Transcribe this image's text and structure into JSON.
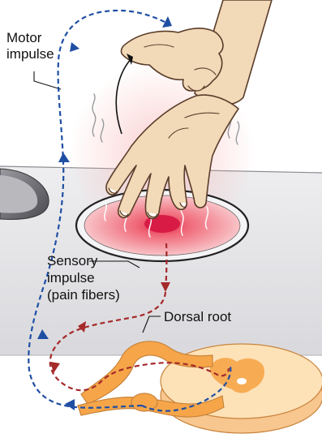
{
  "labels": {
    "motor_line1": "Motor",
    "motor_line2": "impulse",
    "sensory_line1": "Sensory",
    "sensory_line2": "impulse",
    "sensory_line3": "(pain fibers)",
    "dorsal_root": "Dorsal root"
  },
  "colors": {
    "motor_path": "#1f4fa3",
    "sensory_path": "#a52a2a",
    "skin": "#f2d9b8",
    "skin_outline": "#5a3d2a",
    "nerve": "#f6a649",
    "spinal_cord": "#fde2b8",
    "counter": "#e8e8ea",
    "burner_hot": "#e0294a"
  },
  "icons": {
    "hand": "hand-icon",
    "burner": "hot-burner-icon",
    "spinal_cord": "spinal-cord-icon"
  }
}
